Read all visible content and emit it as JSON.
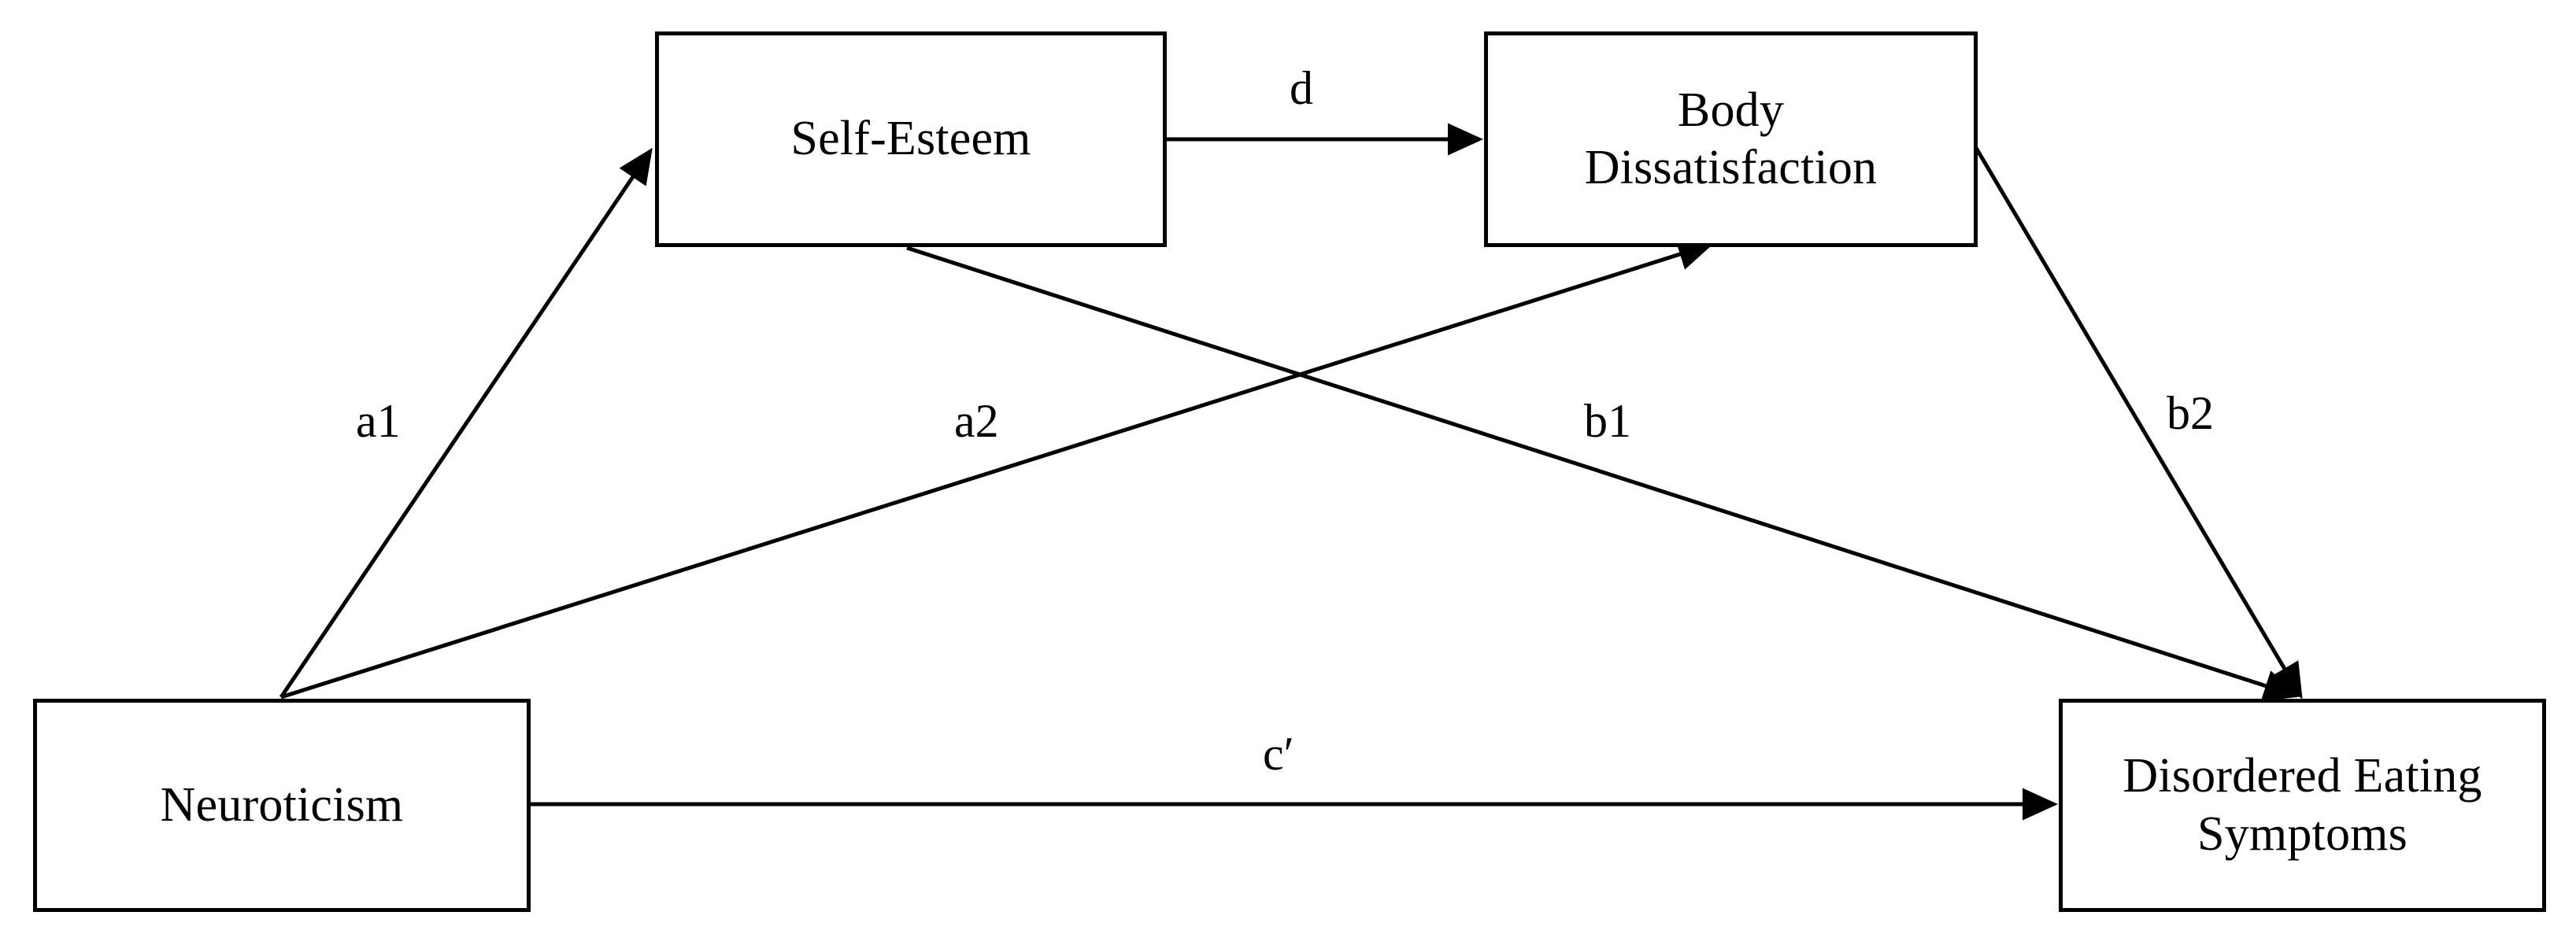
{
  "diagram": {
    "type": "serial-parallel-mediation-model",
    "background_color": "#ffffff",
    "line_color": "#000000",
    "text_color": "#000000",
    "nodes": [
      {
        "id": "neuroticism",
        "label": "Neuroticism",
        "role": "predictor"
      },
      {
        "id": "self_esteem",
        "label": "Self-Esteem",
        "role": "mediator-1"
      },
      {
        "id": "body_dissat",
        "label": "Body\nDissatisfaction",
        "role": "mediator-2"
      },
      {
        "id": "disordered_eating",
        "label": "Disordered Eating\nSymptoms",
        "role": "outcome"
      }
    ],
    "paths": [
      {
        "id": "a1",
        "label": "a1",
        "from": "neuroticism",
        "to": "self_esteem"
      },
      {
        "id": "a2",
        "label": "a2",
        "from": "neuroticism",
        "to": "body_dissat"
      },
      {
        "id": "b1",
        "label": "b1",
        "from": "self_esteem",
        "to": "disordered_eating"
      },
      {
        "id": "b2",
        "label": "b2",
        "from": "body_dissat",
        "to": "disordered_eating"
      },
      {
        "id": "d",
        "label": "d",
        "from": "self_esteem",
        "to": "body_dissat"
      },
      {
        "id": "c",
        "label": "c′",
        "from": "neuroticism",
        "to": "disordered_eating"
      }
    ]
  }
}
